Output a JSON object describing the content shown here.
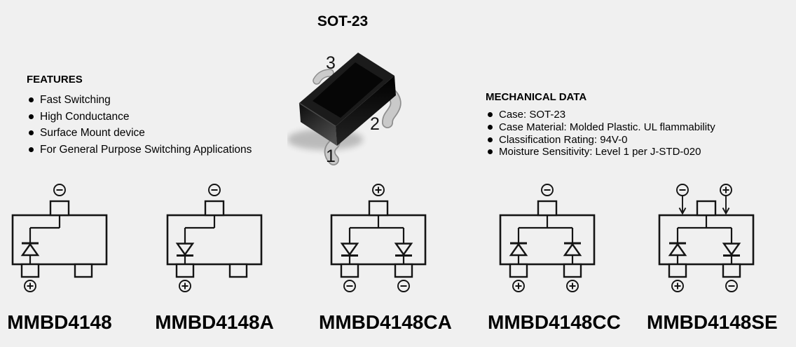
{
  "page": {
    "title": "SOT-23"
  },
  "colors": {
    "line": "#141414",
    "background": "#f0f0f0",
    "text": "#000000"
  },
  "package_image": {
    "name": "sot23-3d-package-photo",
    "pins": [
      "1",
      "2",
      "3"
    ]
  },
  "features": {
    "heading": "FEATURES",
    "items": [
      "Fast Switching",
      "High Conductance",
      "Surface Mount device",
      "For General Purpose Switching Applications"
    ]
  },
  "mechanical_data": {
    "heading": "MECHANICAL DATA",
    "items": [
      "Case: SOT-23",
      "Case Material: Molded Plastic. UL flammability",
      "Classification Rating: 94V-0",
      "Moisture Sensitivity: Level 1 per J-STD-020"
    ]
  },
  "schematics": [
    {
      "label": "MMBD4148",
      "type": "single",
      "top": [
        {
          "sign": "minus",
          "pos": "center"
        }
      ],
      "bottom": [
        {
          "sign": "plus",
          "pos": "left"
        }
      ],
      "diodes": [
        {
          "at": "left",
          "cathode": "top"
        }
      ]
    },
    {
      "label": "MMBD4148A",
      "type": "single",
      "top": [
        {
          "sign": "minus",
          "pos": "center"
        }
      ],
      "bottom": [
        {
          "sign": "plus",
          "pos": "left"
        }
      ],
      "diodes": [
        {
          "at": "left",
          "cathode": "bottom"
        }
      ]
    },
    {
      "label": "MMBD4148CA",
      "type": "dual",
      "top": [
        {
          "sign": "plus",
          "pos": "center"
        }
      ],
      "bottom": [
        {
          "sign": "minus",
          "pos": "left"
        },
        {
          "sign": "minus",
          "pos": "right"
        }
      ],
      "diodes": [
        {
          "at": "left",
          "cathode": "bottom"
        },
        {
          "at": "right",
          "cathode": "bottom"
        }
      ]
    },
    {
      "label": "MMBD4148CC",
      "type": "dual",
      "top": [
        {
          "sign": "minus",
          "pos": "center"
        }
      ],
      "bottom": [
        {
          "sign": "plus",
          "pos": "left"
        },
        {
          "sign": "plus",
          "pos": "right"
        }
      ],
      "diodes": [
        {
          "at": "left",
          "cathode": "top"
        },
        {
          "at": "right",
          "cathode": "top"
        }
      ]
    },
    {
      "label": "MMBD4148SE",
      "type": "dual",
      "top": [
        {
          "sign": "minus",
          "pos": "left",
          "arrow": true
        },
        {
          "sign": "plus",
          "pos": "right",
          "arrow": true
        }
      ],
      "bottom": [
        {
          "sign": "plus",
          "pos": "left"
        },
        {
          "sign": "minus",
          "pos": "right"
        }
      ],
      "diodes": [
        {
          "at": "left",
          "cathode": "top"
        },
        {
          "at": "right",
          "cathode": "bottom"
        }
      ]
    }
  ]
}
